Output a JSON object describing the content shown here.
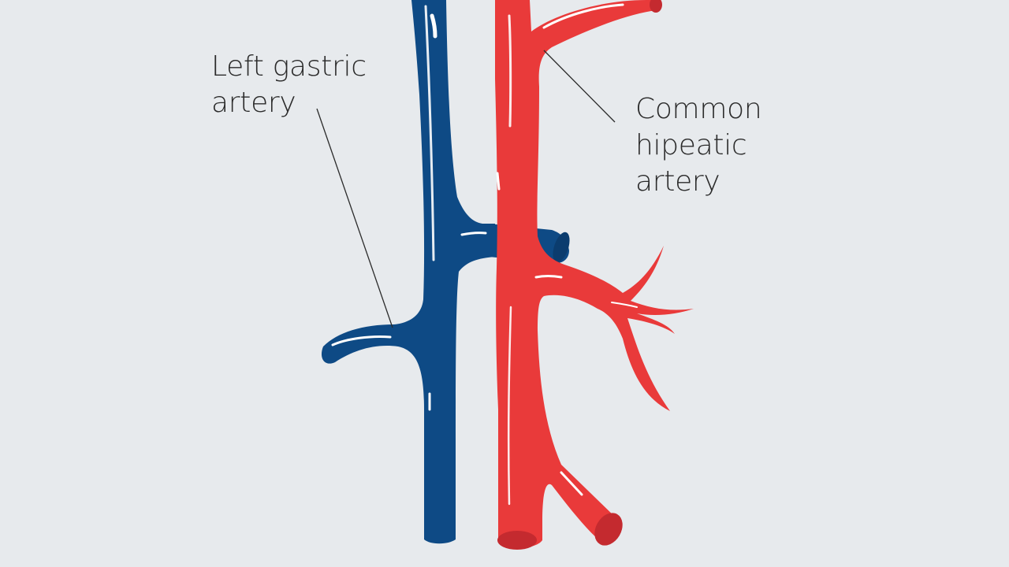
{
  "labels": {
    "left": {
      "line1": "Left gastric",
      "line2": "artery"
    },
    "right": {
      "line1": "Common",
      "line2": "hipeatic",
      "line3": "artery"
    }
  },
  "colors": {
    "background": "#e7eaed",
    "vein_blue": "#0e4a85",
    "artery_red": "#e93a3a",
    "artery_red_dark": "#c42a2f",
    "highlight": "#ffffff",
    "leader_line": "#2b2b2b"
  }
}
